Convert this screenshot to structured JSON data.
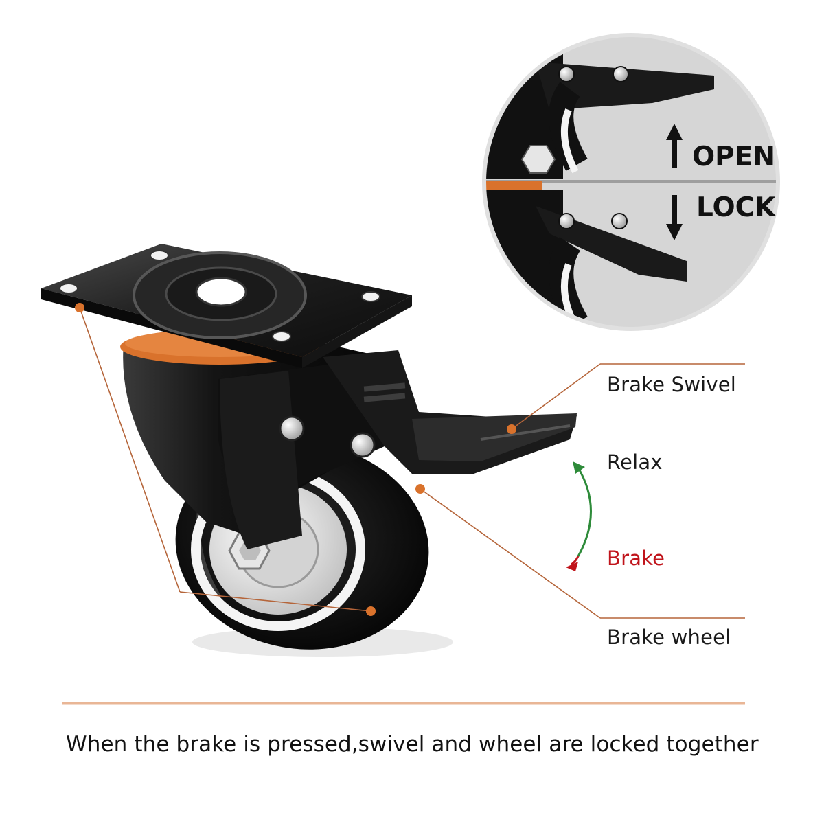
{
  "callouts": {
    "brake_swivel": "Brake Swivel",
    "relax": "Relax",
    "brake": "Brake",
    "brake_wheel": "Brake wheel"
  },
  "zoom": {
    "open": "OPEN",
    "lock": "LOCK"
  },
  "caption": "When the brake is pressed,swivel and wheel are locked together",
  "colors": {
    "accent_orange": "#d9722c",
    "relax_green": "#2e8b3a",
    "brake_red": "#c0141b",
    "caster_black": "#151515",
    "zoom_bg": "#d6d6d6"
  }
}
